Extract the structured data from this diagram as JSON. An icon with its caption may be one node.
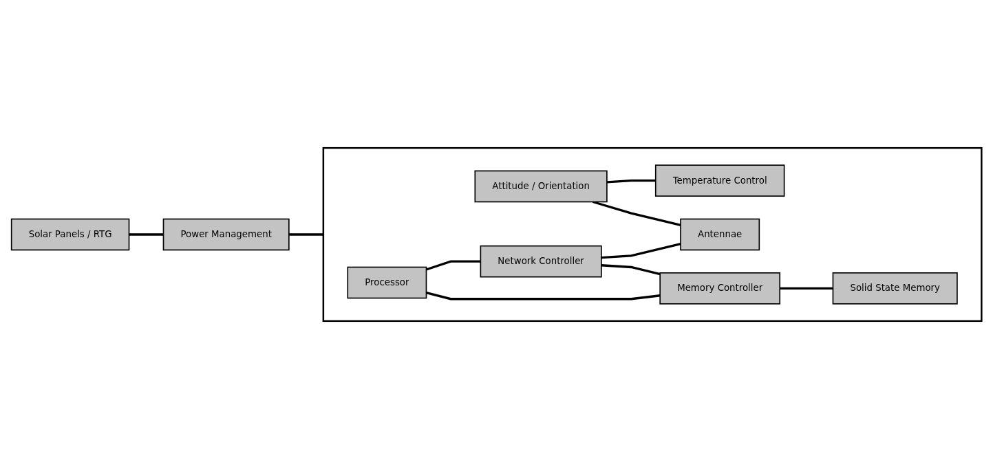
{
  "diagram": {
    "nodes": [
      {
        "text": [
          "Solar Panels / RTG"
        ]
      },
      {
        "text": [
          "Power Management"
        ]
      },
      {
        "text": [],
        "shape": "box"
      },
      {
        "text": [
          "Attitude / Orientation"
        ],
        "in": 2
      },
      {
        "text": [
          "Temperature Control"
        ],
        "in": 2
      },
      {
        "text": [
          "Processor"
        ],
        "in": 2
      },
      {
        "text": [
          "Network Controller"
        ],
        "in": 2
      },
      {
        "text": [
          "Antennae"
        ],
        "in": 2
      },
      {
        "text": [
          "Memory Controller"
        ],
        "in": 2
      },
      {
        "text": [
          "Solid State Memory"
        ],
        "in": 2
      }
    ],
    "edges": [
      {
        "from": 0,
        "to": 1,
        "arrow": "none"
      },
      {
        "from": 1,
        "to": 2,
        "arrow": "none"
      },
      {
        "from": 3,
        "to": 4,
        "arrow": "none"
      },
      {
        "from": 3,
        "to": 7,
        "arrow": "none"
      },
      {
        "from": 6,
        "to": 7,
        "arrow": "none"
      },
      {
        "from": 5,
        "to": 6,
        "arrow": "none"
      },
      {
        "from": 5,
        "to": 8,
        "arrow": "none"
      },
      {
        "from": 6,
        "to": 8,
        "arrow": "none"
      },
      {
        "from": 8,
        "to": 9,
        "arrow": "none"
      }
    ]
  }
}
